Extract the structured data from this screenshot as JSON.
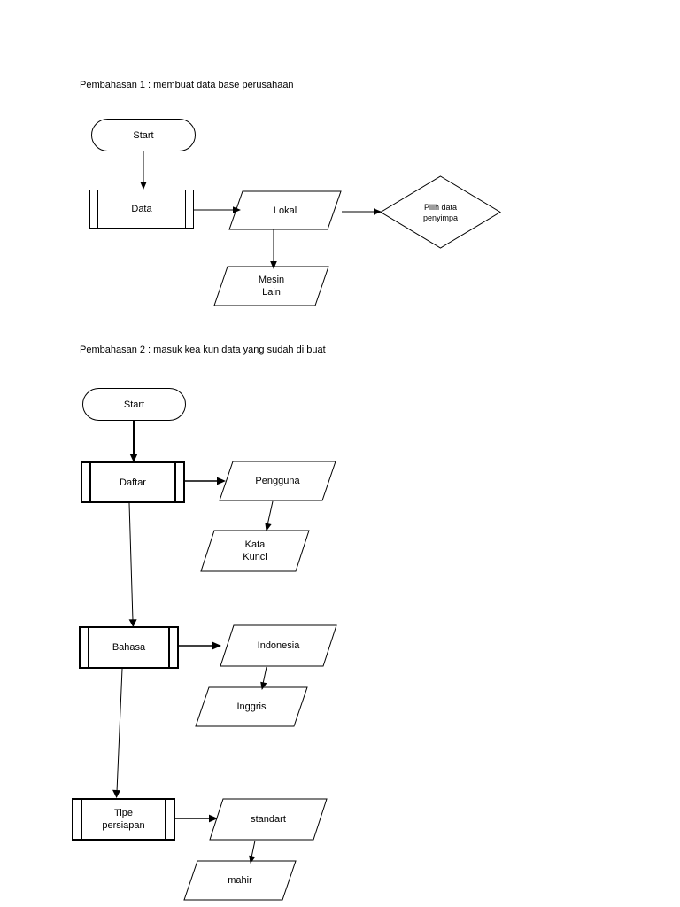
{
  "document": {
    "captions": [
      "Pembahasan 1 : membuat data base perusahaan",
      "Pembahasan 2 : masuk kea kun data yang sudah di buat"
    ]
  },
  "diagram1": {
    "nodes": {
      "start": "Start",
      "data": "Data",
      "lokal": "Lokal",
      "mesin_lain": "Mesin\nLain",
      "pilih": "Pilih data\npenyimpa"
    }
  },
  "diagram2": {
    "nodes": {
      "start": "Start",
      "daftar": "Daftar",
      "pengguna": "Pengguna",
      "kata_kunci": "Kata\nKunci",
      "bahasa": "Bahasa",
      "indonesia": "Indonesia",
      "inggris": "Inggris",
      "tipe": "Tipe\npersiapan",
      "standart": "standart",
      "mahir": "mahir"
    }
  },
  "style": {
    "stroke": "#000000",
    "background": "#ffffff"
  }
}
